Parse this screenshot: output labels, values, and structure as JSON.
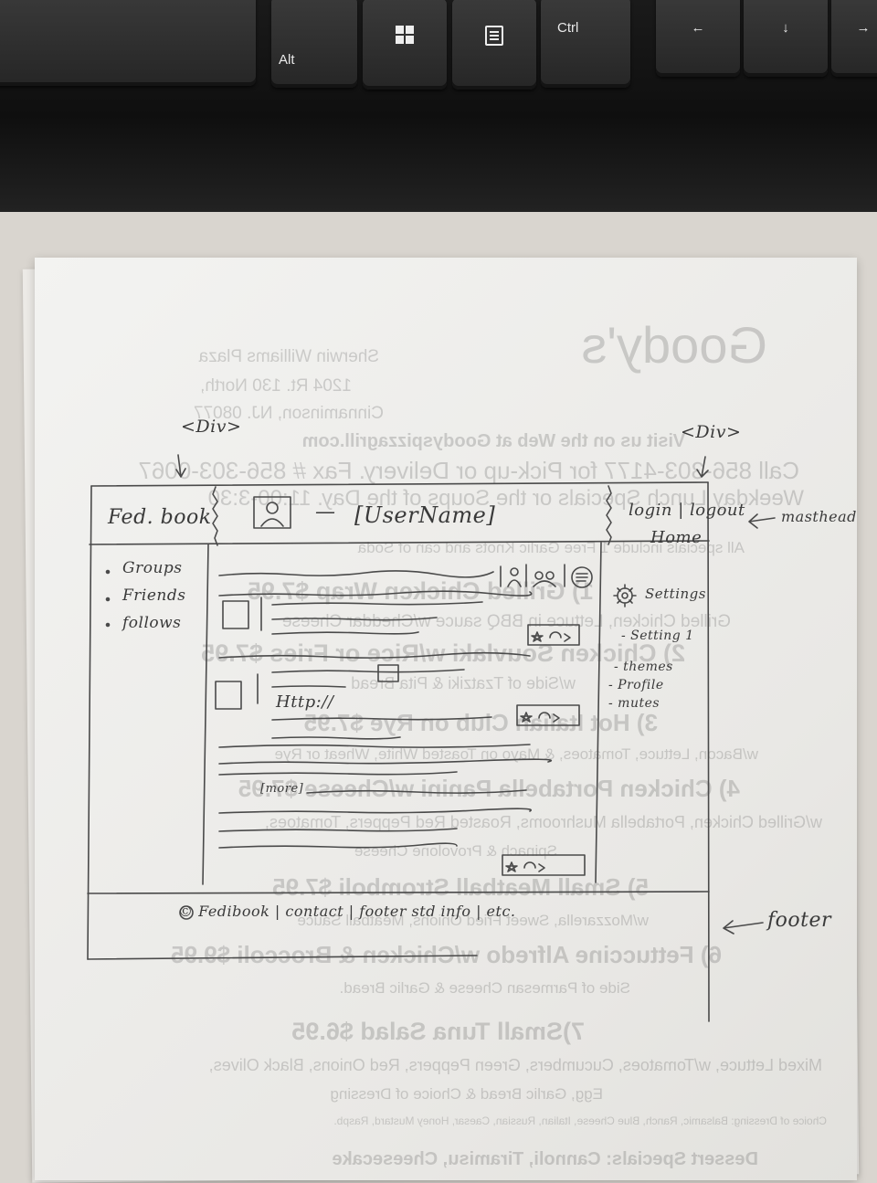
{
  "keyboard": {
    "alt_label": "Alt",
    "ctrl_label": "Ctrl",
    "arrow_left": "←",
    "arrow_down": "↓",
    "arrow_right": "→"
  },
  "annotations": {
    "div_left": "<Div>",
    "div_right": "<Div>",
    "masthead": "masthead",
    "footer": "footer"
  },
  "masthead": {
    "logo": "Fed. book",
    "separator": "—",
    "username": "[UserName]",
    "login": "login | logout",
    "home": "Home"
  },
  "sidebar": {
    "items": [
      "Groups",
      "Friends",
      "follows"
    ]
  },
  "feed": {
    "link_text": "Http://",
    "more_link": "[more]"
  },
  "settings": {
    "title": "Settings",
    "items": [
      "- Setting 1",
      "- themes",
      "- Profile",
      "- mutes"
    ]
  },
  "footer": {
    "text": "© Fedibook | contact | footer std info | etc."
  },
  "bleed_text": [
    "Goody's",
    "Sherwin Williams Plaza",
    "1204 Rt. 130 North,",
    "Cinnaminson, NJ. 08077",
    "Visit us on the Web at Goodyspizzagrill.com",
    "Call 856-303-4177 for Pick-up or Delivery.  Fax # 856-303-0067",
    "Weekday Lunch Specials or the Soups of the Day. 11:00-3:30",
    "All specials include 1 Free Garlic Knots and can of Soda",
    "1) Grilled Chicken Wrap $7.95",
    "Grilled Chicken, Lettuce in BBQ sauce w/Cheddar Cheese",
    "2) Chicken Souvlaki w/Rice or Fries $7.95",
    "w/Side of Tzatziki & Pita Bread",
    "3) Hot Italian Club on Rye $7.95",
    "w/Bacon, Lettuce, Tomatoes, & Mayo on Toasted White, Wheat or Rye",
    "4) Chicken Portabella Panini w/Cheese $7.95",
    "w/Grilled Chicken, Portabella Mushrooms, Roasted Red Peppers, Tomatoes,",
    "Spinach & Provolone Cheese",
    "5) Small Meatball Stromboli $7.95",
    "w/Mozzarella, Sweet Fried Onions, Meatball Sauce",
    "6) Fettuccine Alfredo w/Chicken & Broccoli $9.95",
    "Side of Parmesan Cheese & Garlic Bread.",
    "7)Small Tuna Salad $6.95",
    "Mixed Lettuce, w/Tomatoes, Cucumbers, Green Peppers, Red Onions, Black Olives,",
    "Egg, Garlic Bread & Choice of Dressing",
    "Choice of Dressing: Balsamic, Ranch, Blue Cheese, Italian, Russian, Caesar, Honey Mustard, Raspb.",
    "Dessert Specials: Cannoli, Tiramisu, Cheesecake"
  ]
}
